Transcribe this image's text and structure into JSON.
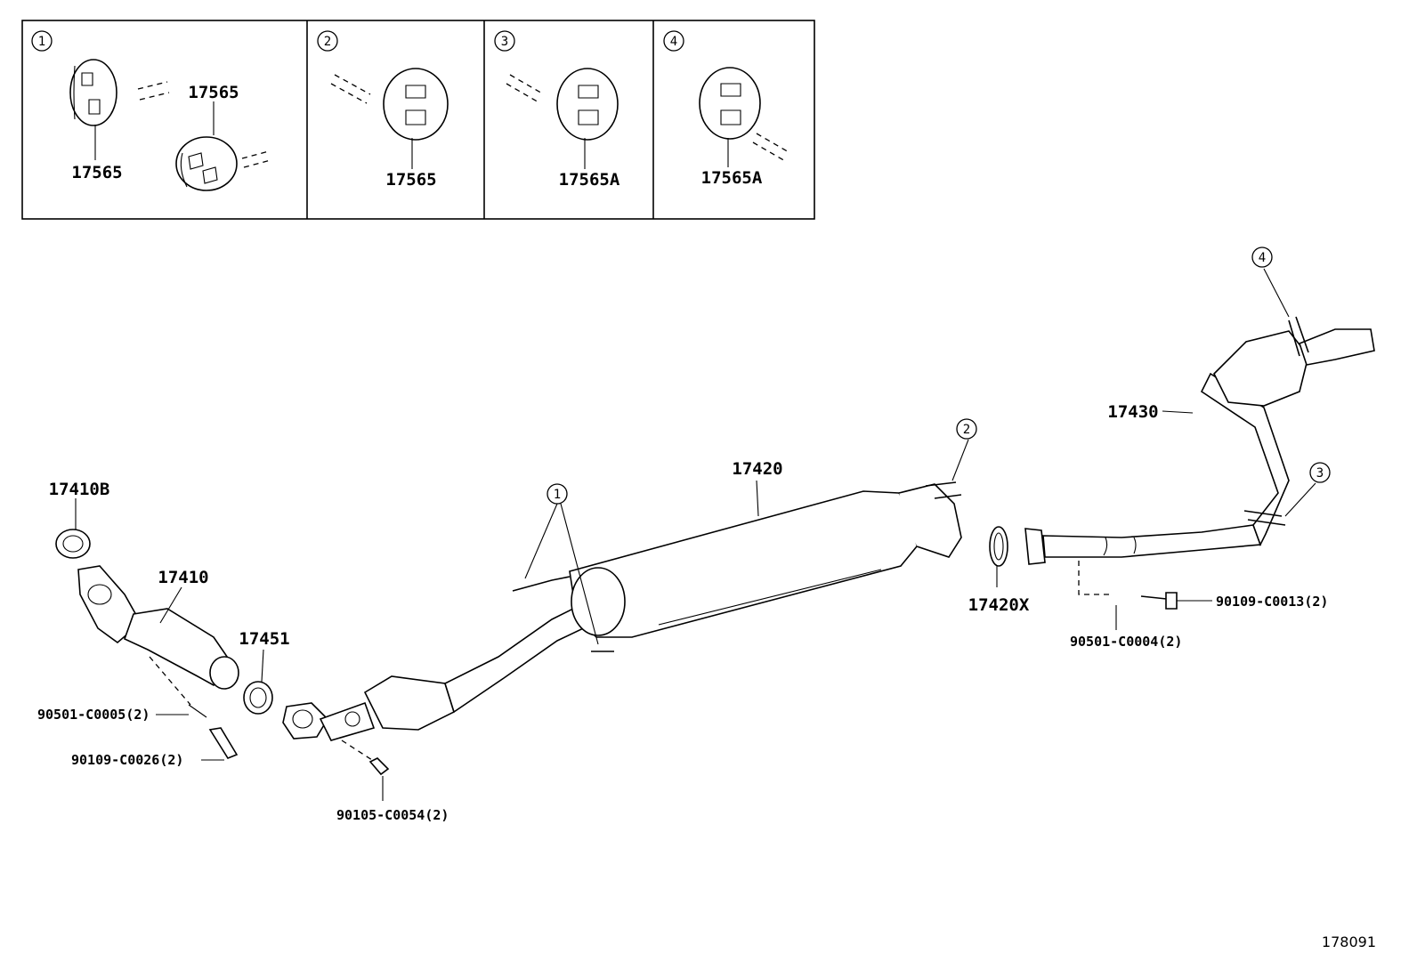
{
  "insets": [
    {
      "id": "1",
      "parts": [
        "17565",
        "17565"
      ]
    },
    {
      "id": "2",
      "parts": [
        "17565"
      ]
    },
    {
      "id": "3",
      "parts": [
        "17565A"
      ]
    },
    {
      "id": "4",
      "parts": [
        "17565A"
      ]
    }
  ],
  "callouts": {
    "c1": "1",
    "c2": "2",
    "c3": "3",
    "c4": "4"
  },
  "parts": {
    "p17410B": "17410B",
    "p17410": "17410",
    "p17451": "17451",
    "p17420": "17420",
    "p17420X": "17420X",
    "p17430": "17430"
  },
  "fasteners": {
    "f1": "90501-C0005(2)",
    "f2": "90109-C0026(2)",
    "f3": "90105-C0054(2)",
    "f4": "90109-C0013(2)",
    "f5": "90501-C0004(2)"
  },
  "diagram_id": "178091"
}
